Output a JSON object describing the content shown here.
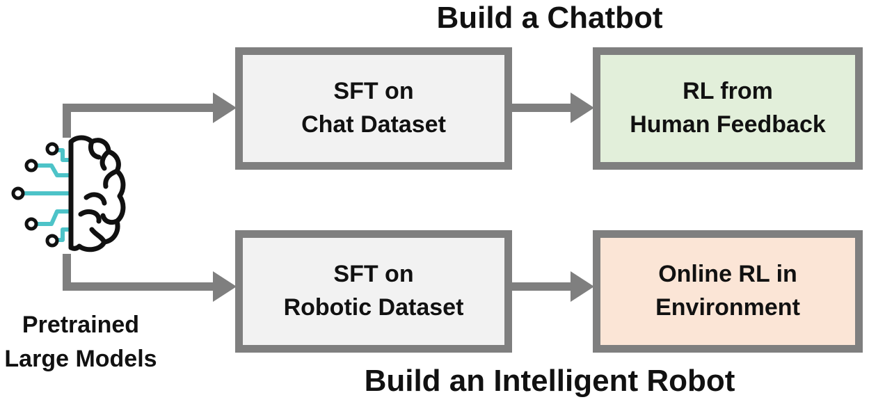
{
  "titles": {
    "top": "Build a Chatbot",
    "bottom": "Build an Intelligent Robot"
  },
  "source": {
    "icon": "brain-circuit-icon",
    "caption_line1": "Pretrained",
    "caption_line2": "Large Models"
  },
  "chatbot_path": {
    "step1_line1": "SFT on",
    "step1_line2": "Chat Dataset",
    "step2_line1": "RL from",
    "step2_line2": "Human Feedback"
  },
  "robot_path": {
    "step1_line1": "SFT on",
    "step1_line2": "Robotic Dataset",
    "step2_line1": "Online RL in",
    "step2_line2": "Environment"
  },
  "colors": {
    "border_gray": "#7f7f7f",
    "sft_fill": "#f2f2f2",
    "rlhf_fill": "#e2efda",
    "online_rl_fill": "#fbe5d6",
    "brain_teal": "#4dc3c8",
    "text": "#111111"
  }
}
